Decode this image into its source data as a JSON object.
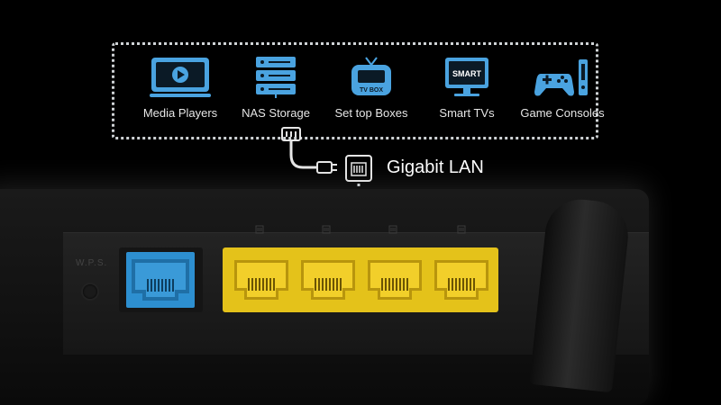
{
  "devices": [
    {
      "label": "Media Players",
      "icon": "media-player-icon"
    },
    {
      "label": "NAS Storage",
      "icon": "nas-storage-icon"
    },
    {
      "label": "Set top Boxes",
      "icon": "tv-box-icon",
      "badge": "TV BOX"
    },
    {
      "label": "Smart TVs",
      "icon": "smart-tv-icon",
      "badge": "SMART"
    },
    {
      "label": "Game Consoles",
      "icon": "game-console-icon"
    }
  ],
  "connection": {
    "label": "Gigabit LAN",
    "icon": "lan-port-icon"
  },
  "router": {
    "wps_label": "W.P.S.",
    "lan_port_count": 4
  },
  "colors": {
    "icon_blue": "#4aa3e0",
    "wan_port": "#2d8fd0",
    "lan_port": "#e4c21a",
    "dotted_line": "#cfd3d6"
  }
}
